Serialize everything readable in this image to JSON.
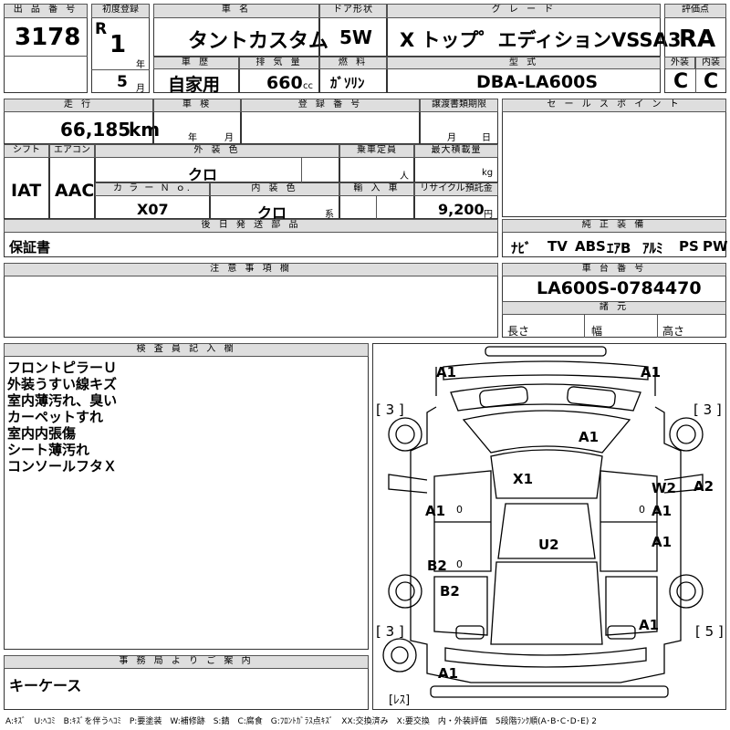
{
  "lot": {
    "label": "出 品 番 号",
    "value": "3178"
  },
  "first_reg": {
    "label": "初度登録",
    "era": "R",
    "year": "1",
    "year_unit": "年",
    "month": "5",
    "month_unit": "月"
  },
  "car_name": {
    "label": "車 名",
    "value": "タントカスタム"
  },
  "door": {
    "label": "ドア形状",
    "value": "5W"
  },
  "grade": {
    "label": "グ レ ー ド",
    "value": "X トップ゜エディションVSSA3"
  },
  "score": {
    "label": "評価点",
    "value": "RA",
    "ext_label": "外装",
    "int_label": "内装",
    "ext_value": "C",
    "int_value": "C"
  },
  "history": {
    "label": "車 歴",
    "value": "自家用"
  },
  "displacement": {
    "label": "排 気 量",
    "value": "660",
    "unit": "cc"
  },
  "fuel": {
    "label": "燃 料",
    "value": "ｶﾞｿﾘﾝ"
  },
  "model": {
    "label": "型 式",
    "value": "DBA-LA600S"
  },
  "mileage": {
    "label": "走 行",
    "value": "66,185",
    "unit": "km"
  },
  "inspection": {
    "label": "車 検",
    "year_unit": "年",
    "month_unit": "月"
  },
  "reg_no": {
    "label": "登 録 番 号"
  },
  "transfer": {
    "label": "譲渡書類期限",
    "month_unit": "月",
    "day_unit": "日"
  },
  "sales_point": {
    "label": "セ ー ル ス ポ イ ン ト"
  },
  "shift": {
    "label": "シフト",
    "value": "IAT"
  },
  "aircon": {
    "label": "エアコン",
    "value": "AAC"
  },
  "ext_color": {
    "label": "外 装 色",
    "value": "クロ"
  },
  "capacity": {
    "label": "乗車定員",
    "unit": "人"
  },
  "max_load": {
    "label": "最大積載量",
    "unit": "kg"
  },
  "color_no": {
    "label": "カ ラ ー Ｎ ｏ.",
    "value": "X07"
  },
  "int_color": {
    "label": "内 装 色",
    "value": "クロ",
    "suffix": "系"
  },
  "import": {
    "label": "輸 入 車"
  },
  "recycle": {
    "label": "リサイクル預託金",
    "value": "9,200",
    "unit": "円"
  },
  "later_parts": {
    "label": "後 日 発 送 部 品",
    "value": "保証書"
  },
  "equipment": {
    "label": "純 正 装 備",
    "items": [
      "ﾅﾋﾞ",
      "TV",
      "ABS",
      "ｴｱB",
      "ｱﾙﾐ",
      "PS",
      "PW"
    ]
  },
  "notes": {
    "label": "注 意 事 項 欄"
  },
  "chassis": {
    "label": "車 台 番 号",
    "value": "LA600S-0784470",
    "dims_label": "諸 元",
    "length": "長さ",
    "width": "幅",
    "height": "高さ"
  },
  "inspector": {
    "label": "検 査 員 記 入 欄",
    "items": [
      "フロントピラーＵ",
      "外装うすい線キズ",
      "室内薄汚れ、臭い",
      "カーペットすれ",
      "室内内張傷",
      "シート薄汚れ",
      "コンソールフタＸ"
    ]
  },
  "office": {
    "label": "事 務 局 よ り ご 案 内",
    "value": "キーケース"
  },
  "legend": "A:ｷｽﾞ　U:ﾍｺﾐ　B:ｷｽﾞを伴うﾍｺﾐ　P:要塗装　W:補修跡　S:錆　C:腐食　G:ﾌﾛﾝﾄｶﾞﾗｽ点ｷｽﾞ　XX:交換済み　X:要交換　内・外装評価　5段階ﾗﾝｸ順(A･B･C･D･E) 2",
  "diagram": {
    "marks": {
      "front_left": "A1",
      "front_right": "A1",
      "tire_fl": "[ 3 ]",
      "tire_fr": "[ 3 ]",
      "tire_rl": "[ 3 ]",
      "tire_rr": "[ 5 ]",
      "roof": "A1",
      "x1": "X1",
      "w2": "W2",
      "a2": "A2",
      "left_door_f": "A1",
      "left_door_f_sub": "0",
      "right_door_f": "A1",
      "right_door_f_sub": "0",
      "right_door_r": "A1",
      "left_door_r": "B2",
      "left_door_r_sub": "0",
      "center": "U2",
      "left_rear": "B2",
      "rear_right": "A1",
      "rear_bottom": "A1",
      "spare": "[ﾚｽ]"
    }
  }
}
